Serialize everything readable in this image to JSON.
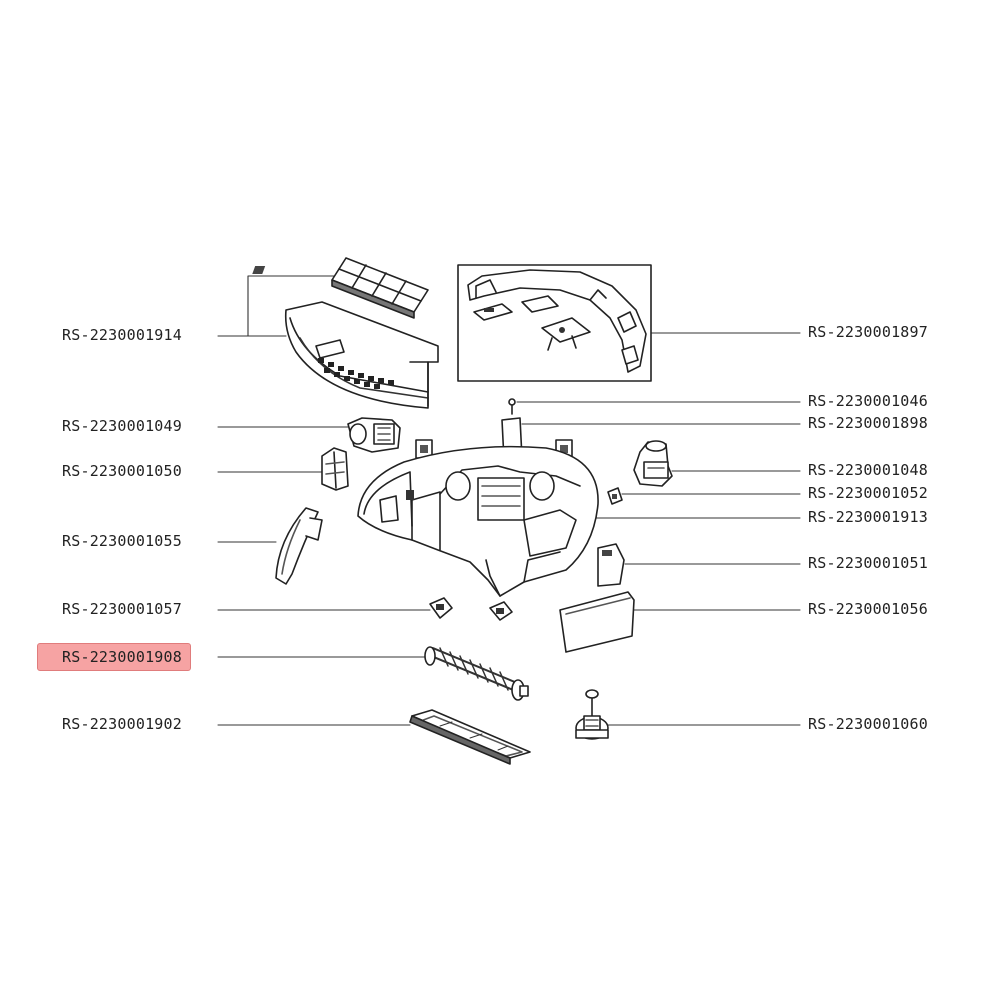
{
  "diagram": {
    "accent_color": "#f6a3a3",
    "line_color": "#222222",
    "highlighted_part": "RS-2230001908",
    "parts_left": [
      {
        "id": "RS-2230001914"
      },
      {
        "id": "RS-2230001049"
      },
      {
        "id": "RS-2230001050"
      },
      {
        "id": "RS-2230001055"
      },
      {
        "id": "RS-2230001057"
      },
      {
        "id": "RS-2230001908"
      },
      {
        "id": "RS-2230001902"
      }
    ],
    "parts_right": [
      {
        "id": "RS-2230001897"
      },
      {
        "id": "RS-2230001046"
      },
      {
        "id": "RS-2230001898"
      },
      {
        "id": "RS-2230001048"
      },
      {
        "id": "RS-2230001052"
      },
      {
        "id": "RS-2230001913"
      },
      {
        "id": "RS-2230001051"
      },
      {
        "id": "RS-2230001056"
      },
      {
        "id": "RS-2230001060"
      }
    ]
  }
}
